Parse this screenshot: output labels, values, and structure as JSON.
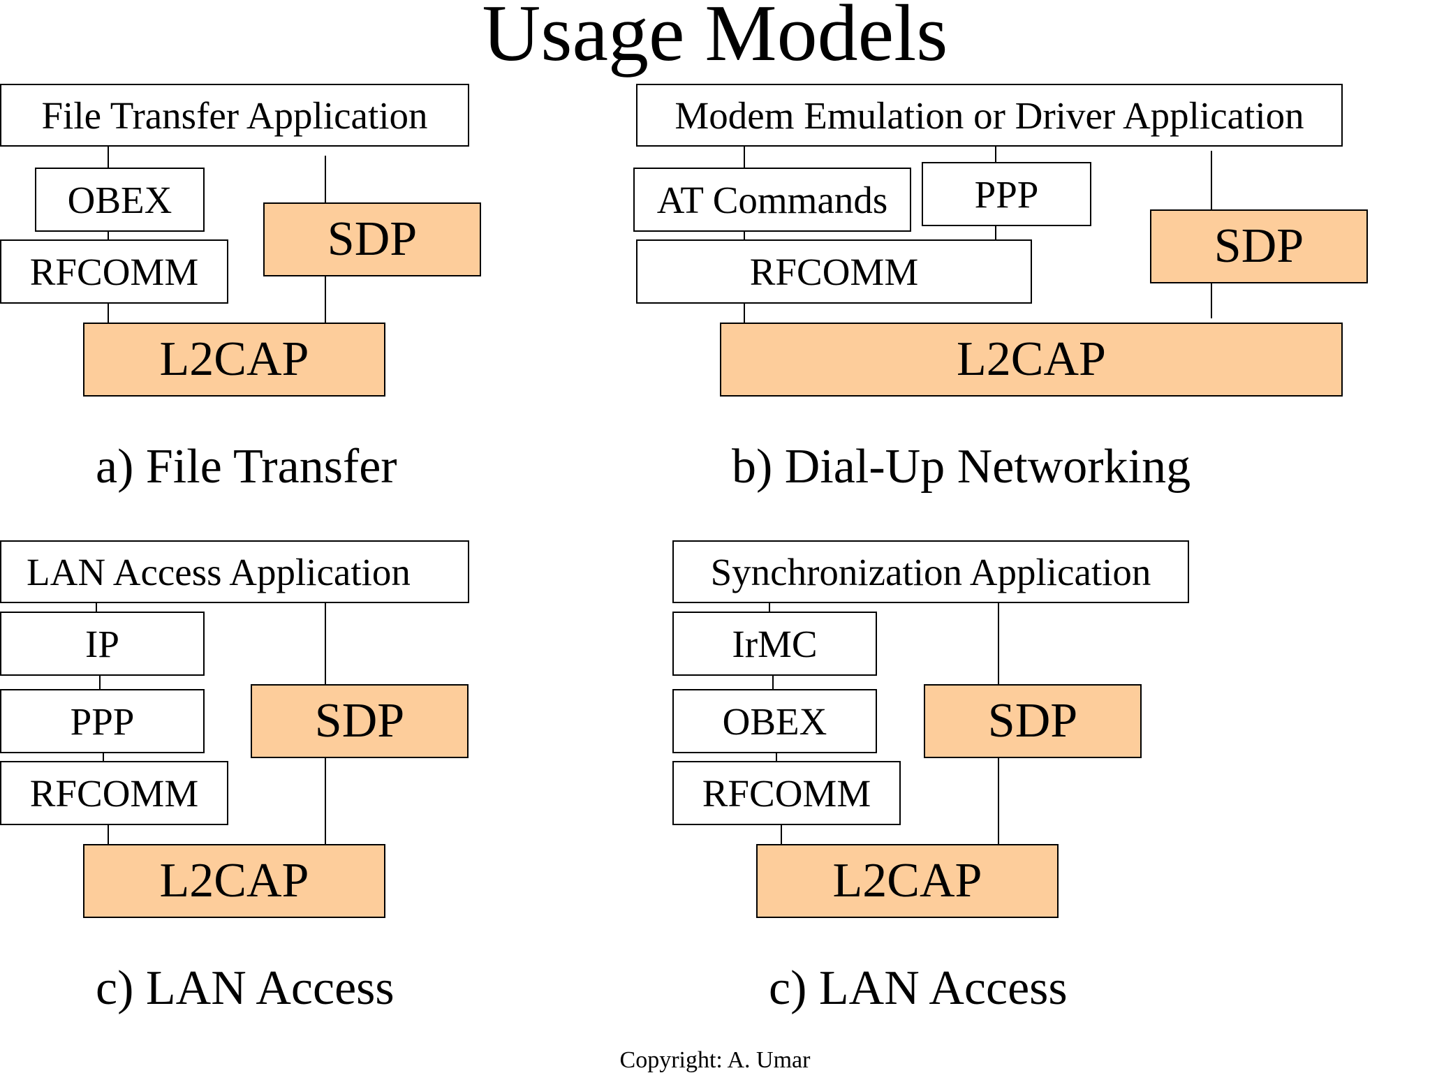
{
  "title": "Usage Models",
  "copyright": "Copyright: A. Umar",
  "colors": {
    "stack_box_fill": "#fdcd9b",
    "border": "#000000"
  },
  "diagrams": {
    "file_transfer": {
      "app": "File Transfer Application",
      "obex": "OBEX",
      "rfcomm": "RFCOMM",
      "sdp": "SDP",
      "l2cap": "L2CAP",
      "caption": "a) File Transfer"
    },
    "dialup": {
      "app": "Modem Emulation or Driver Application",
      "at": "AT Commands",
      "ppp": "PPP",
      "rfcomm": "RFCOMM",
      "sdp": "SDP",
      "l2cap": "L2CAP",
      "caption": "b) Dial-Up Networking"
    },
    "lan": {
      "app": "LAN Access Application",
      "ip": "IP",
      "ppp": "PPP",
      "rfcomm": "RFCOMM",
      "sdp": "SDP",
      "l2cap": "L2CAP",
      "caption": "c) LAN Access"
    },
    "sync": {
      "app": "Synchronization Application",
      "irmc": "IrMC",
      "obex": "OBEX",
      "rfcomm": "RFCOMM",
      "sdp": "SDP",
      "l2cap": "L2CAP",
      "caption": "c) LAN Access"
    }
  }
}
